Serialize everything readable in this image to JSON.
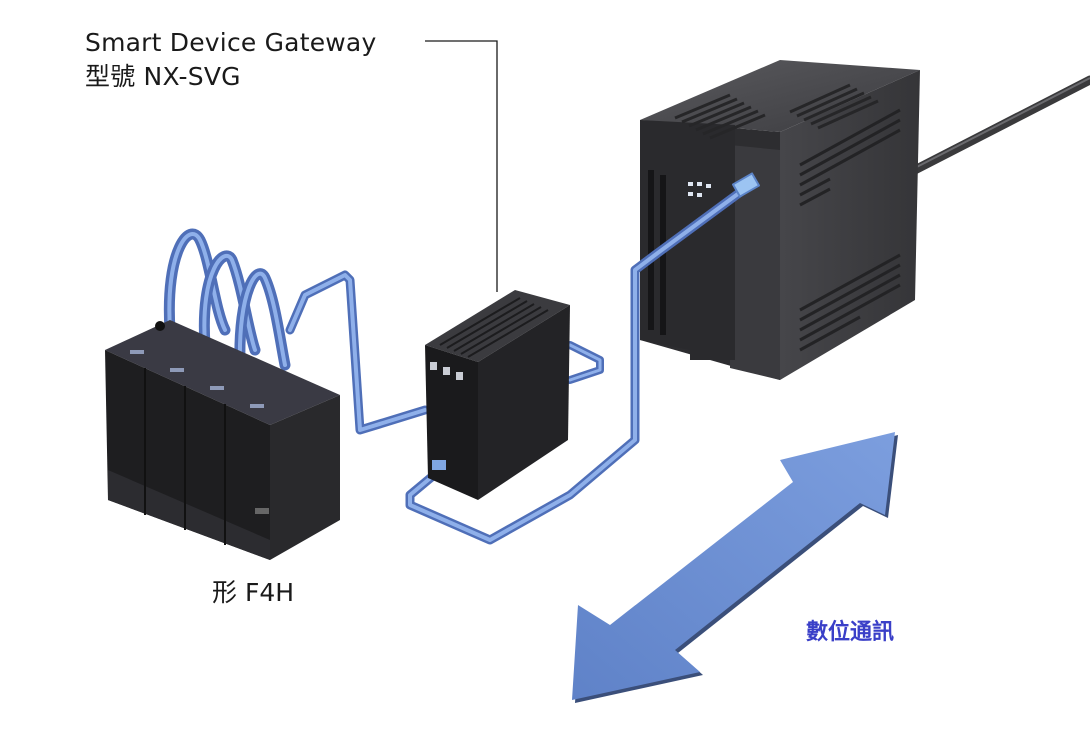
{
  "gateway_label": {
    "title": "Smart Device Gateway",
    "model": "型號 NX-SVG"
  },
  "controller_label": "形 F4H",
  "comm_label": "數位通訊",
  "colors": {
    "cable": "#7aa0e0",
    "cable_dark": "#4f6fb8",
    "arrow": "#6f93d8",
    "arrow_shadow": "#3b4f7a",
    "comm_text": "#3a3fc8",
    "device_dark": "#1e1e20",
    "plc_gray": "#4a4a4e"
  },
  "devices": [
    {
      "name": "temperature-controller-f4h",
      "units": 4
    },
    {
      "name": "smart-device-gateway-nx-svg"
    },
    {
      "name": "plc-controller"
    }
  ]
}
